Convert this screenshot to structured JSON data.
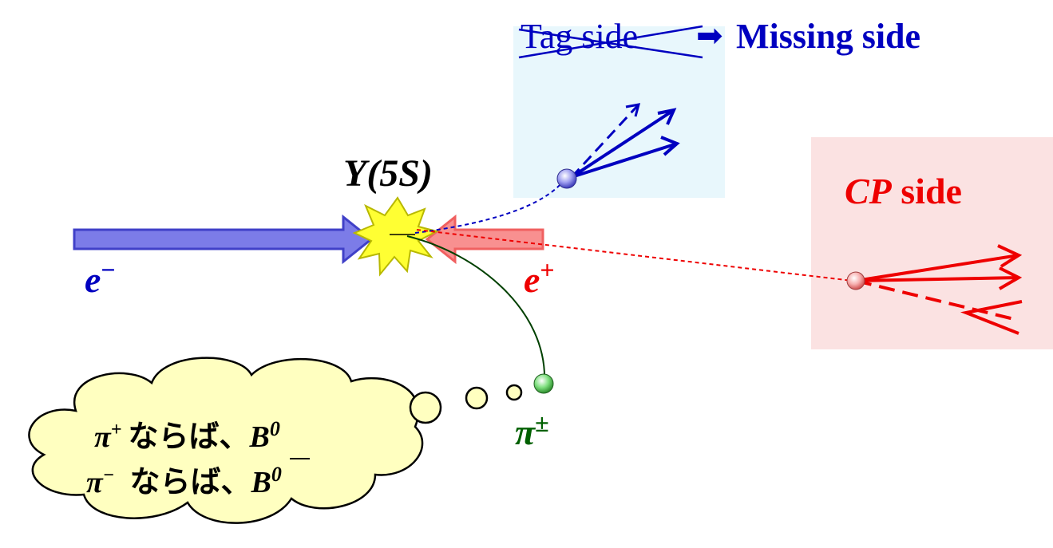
{
  "header": {
    "tag_side_label": "Tag side",
    "arrow_glyph": "➡",
    "missing_side_label": "Missing side"
  },
  "collision": {
    "resonance_label": "Y(5S)",
    "electron_label": "e",
    "electron_sign": "−",
    "positron_label": "e",
    "positron_sign": "+"
  },
  "cp_box": {
    "cp_label": "CP",
    "side_label": " side"
  },
  "pion": {
    "label": "π",
    "sign": "±"
  },
  "thought_bubble": {
    "line1_pion": "π",
    "line1_sign": "+",
    "line1_text": "ならば、",
    "line1_meson": "B",
    "line1_meson_sup": "0",
    "line2_pion": "π",
    "line2_sign": "−",
    "line2_text": " ならば、",
    "line2_meson": "B",
    "line2_meson_sup": "0"
  },
  "colors": {
    "electron_blue": "#0000c0",
    "positron_red": "#ee0000",
    "pion_green": "#006000",
    "tag_box_fill": "#e8f7fc",
    "cp_box_fill": "#fbe2e2",
    "cloud_fill": "#ffffc0",
    "burst_fill": "#ffff33"
  },
  "icons": {
    "collision": "collision-burst-icon",
    "bubble": "thought-cloud-icon",
    "particle": "particle-sphere-icon"
  }
}
